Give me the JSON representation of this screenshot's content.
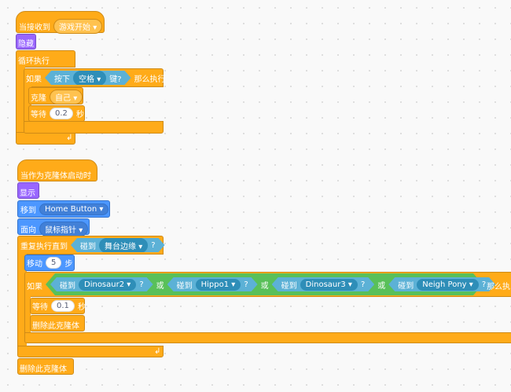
{
  "script1": {
    "hat_label": "当接收到",
    "hat_msg": "游戏开始",
    "hide": "隐藏",
    "forever": "循环执行",
    "if_label": "如果",
    "key_pressed_label": "按下",
    "key": "空格",
    "key_suffix": "键?",
    "then": "那么执行",
    "clone_label": "克隆",
    "clone_target": "自己",
    "wait_label": "等待",
    "wait_value": "0.2",
    "wait_unit": "秒"
  },
  "script2": {
    "hat_label": "当作为克隆体启动时",
    "show": "显示",
    "goto_label": "移到",
    "goto_target": "Home Button",
    "point_label": "面向",
    "point_target": "鼠标指针",
    "repeat_until": "重复执行直到",
    "touching": "碰到",
    "edge": "舞台边缘",
    "q": "?",
    "move_label": "移动",
    "move_value": "5",
    "move_unit": "步",
    "if_label": "如果",
    "targets": [
      "Dinosaur2",
      "Hippo1",
      "Dinosaur3",
      "Neigh Pony"
    ],
    "or": "或",
    "then": "那么执",
    "wait_label": "等待",
    "wait_value": "0.1",
    "wait_unit": "秒",
    "delete_clone": "删除此克隆体",
    "delete_clone_end": "删除此克隆体"
  },
  "colors": {
    "control": "#ffab19",
    "looks": "#9966ff",
    "motion": "#4c97ff",
    "operators": "#59c059",
    "sensing": "#5cb1d6"
  }
}
